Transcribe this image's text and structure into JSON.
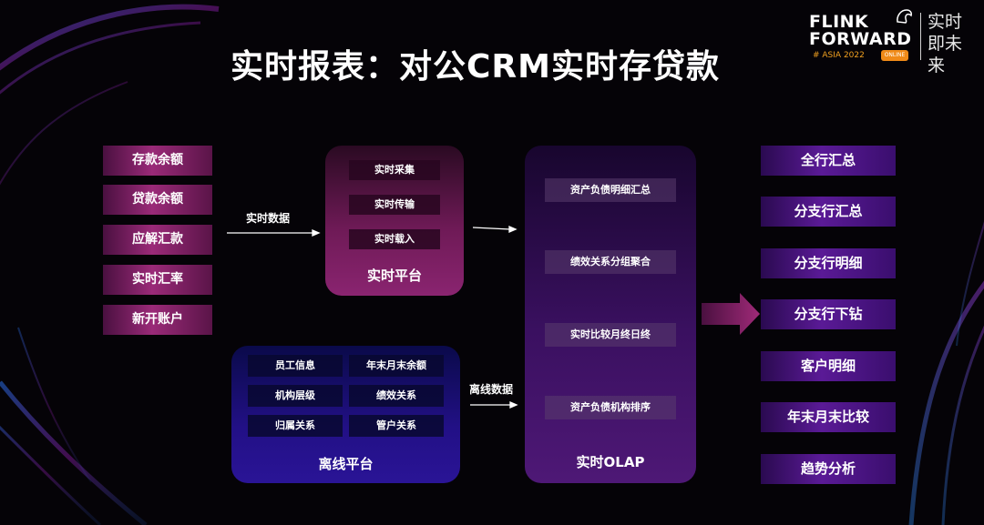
{
  "title": "实时报表：对公CRM实时存贷款",
  "logo": {
    "line1": "FLINK",
    "line2": "FORWARD",
    "line3": "# ASIA 2022",
    "badge": "ONLINE",
    "slogan": "实时即未来"
  },
  "sources": [
    "存款余额",
    "贷款余额",
    "应解汇款",
    "实时汇率",
    "新开账户"
  ],
  "flows": {
    "realtime_data": "实时数据",
    "offline_data": "离线数据"
  },
  "realtime_platform": {
    "title": "实时平台",
    "items": [
      "实时采集",
      "实时传输",
      "实时载入"
    ]
  },
  "offline_platform": {
    "title": "离线平台",
    "items": [
      "员工信息",
      "年末月末余额",
      "机构层级",
      "绩效关系",
      "归属关系",
      "管户关系"
    ]
  },
  "olap": {
    "title": "实时OLAP",
    "items": [
      "资产负债明细汇总",
      "绩效关系分组聚合",
      "实时比较月终日终",
      "资产负债机构排序"
    ]
  },
  "outputs": [
    "全行汇总",
    "分支行汇总",
    "分支行明细",
    "分支行下钻",
    "客户明细",
    "年末月末比较",
    "趋势分析"
  ],
  "colors": {
    "background": "#050307",
    "magenta": "#9a2a78",
    "indigo": "#221086",
    "purple": "#5a1a96",
    "accent_orange": "#f08a18"
  }
}
